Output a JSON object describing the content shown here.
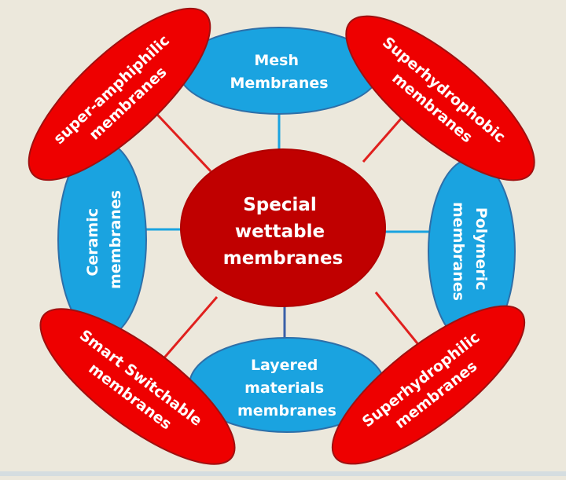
{
  "diagram": {
    "type": "hub-and-spoke",
    "colors": {
      "background": "#ECE8DC",
      "center_fill": "#C00000",
      "blue_fill": "#1AA3E0",
      "blue_stroke": "#2E6FA8",
      "red_fill": "#EE0000",
      "red_stroke": "#A01010",
      "red_connector": "#E0201E",
      "blue_connector": "#1AA3E0"
    },
    "center": {
      "lines": [
        "Special",
        "wettable",
        "membranes"
      ]
    },
    "blue_nodes": [
      {
        "id": "mesh",
        "lines": [
          "Mesh",
          "Membranes"
        ],
        "position": "top"
      },
      {
        "id": "polymeric",
        "lines": [
          "Polymeric",
          "membranes"
        ],
        "position": "right"
      },
      {
        "id": "layered",
        "lines": [
          "Layered",
          "materials",
          "membranes"
        ],
        "position": "bottom"
      },
      {
        "id": "ceramic",
        "lines": [
          "Ceramic",
          "membranes"
        ],
        "position": "left"
      }
    ],
    "red_nodes": [
      {
        "id": "super-amphiphilic",
        "lines": [
          "super-amphiphilic",
          "membranes"
        ],
        "position": "top-left"
      },
      {
        "id": "superhydrophobic",
        "lines": [
          "Superhydrophobic",
          "membranes"
        ],
        "position": "top-right"
      },
      {
        "id": "superhydrophilic",
        "lines": [
          "Superhydrophilic",
          "membranes"
        ],
        "position": "bottom-right"
      },
      {
        "id": "smart-switchable",
        "lines": [
          "Smart Switchable",
          "membranes"
        ],
        "position": "bottom-left"
      }
    ]
  }
}
